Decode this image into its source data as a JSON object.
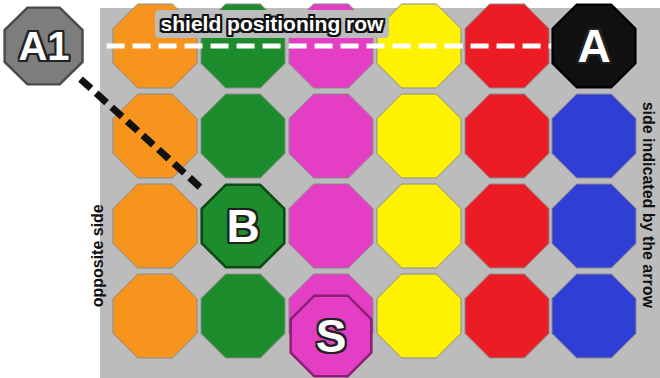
{
  "diagram": {
    "nodes": [
      {
        "text": [
          "A1"
        ]
      },
      {
        "text": [
          "A"
        ]
      },
      {
        "text": [
          "B"
        ]
      },
      {
        "text": [
          "S"
        ]
      }
    ],
    "edges": [
      {
        "from": 0,
        "to": 1,
        "label": "shield positioning row",
        "arrow": "none"
      },
      {
        "from": 0,
        "to": 2,
        "arrow": "none"
      }
    ],
    "labels": [
      "opposite side",
      "side indicated by the arrow"
    ]
  }
}
